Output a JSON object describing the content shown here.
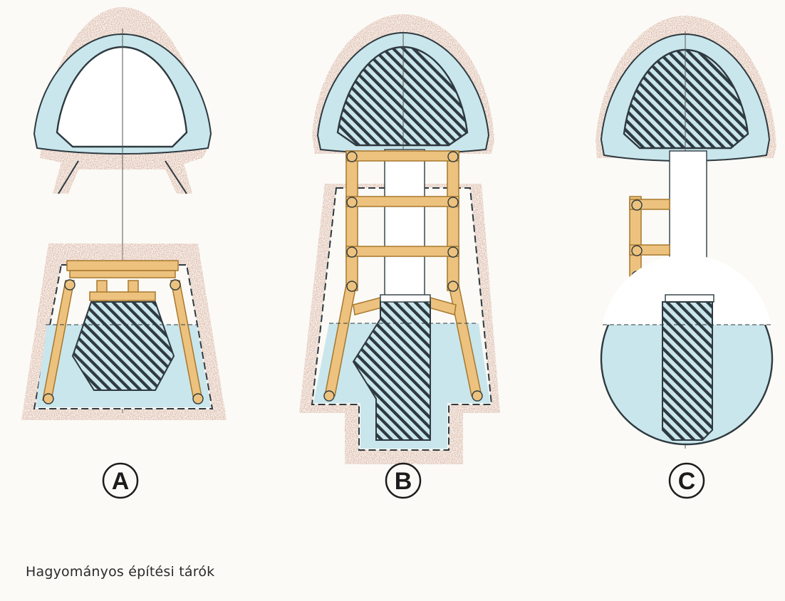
{
  "caption": "Hagyományos építési tárók",
  "panels": [
    {
      "id": "A",
      "label": "A"
    },
    {
      "id": "B",
      "label": "B"
    },
    {
      "id": "C",
      "label": "C"
    }
  ],
  "colors": {
    "background": "#fbfaf6",
    "soil": "#a9654e",
    "water": "#c9e6ec",
    "timber": "#ecc27e",
    "timber_edge": "#a8772d",
    "outline": "#2e3a40",
    "hatch": "#2e3a40"
  }
}
